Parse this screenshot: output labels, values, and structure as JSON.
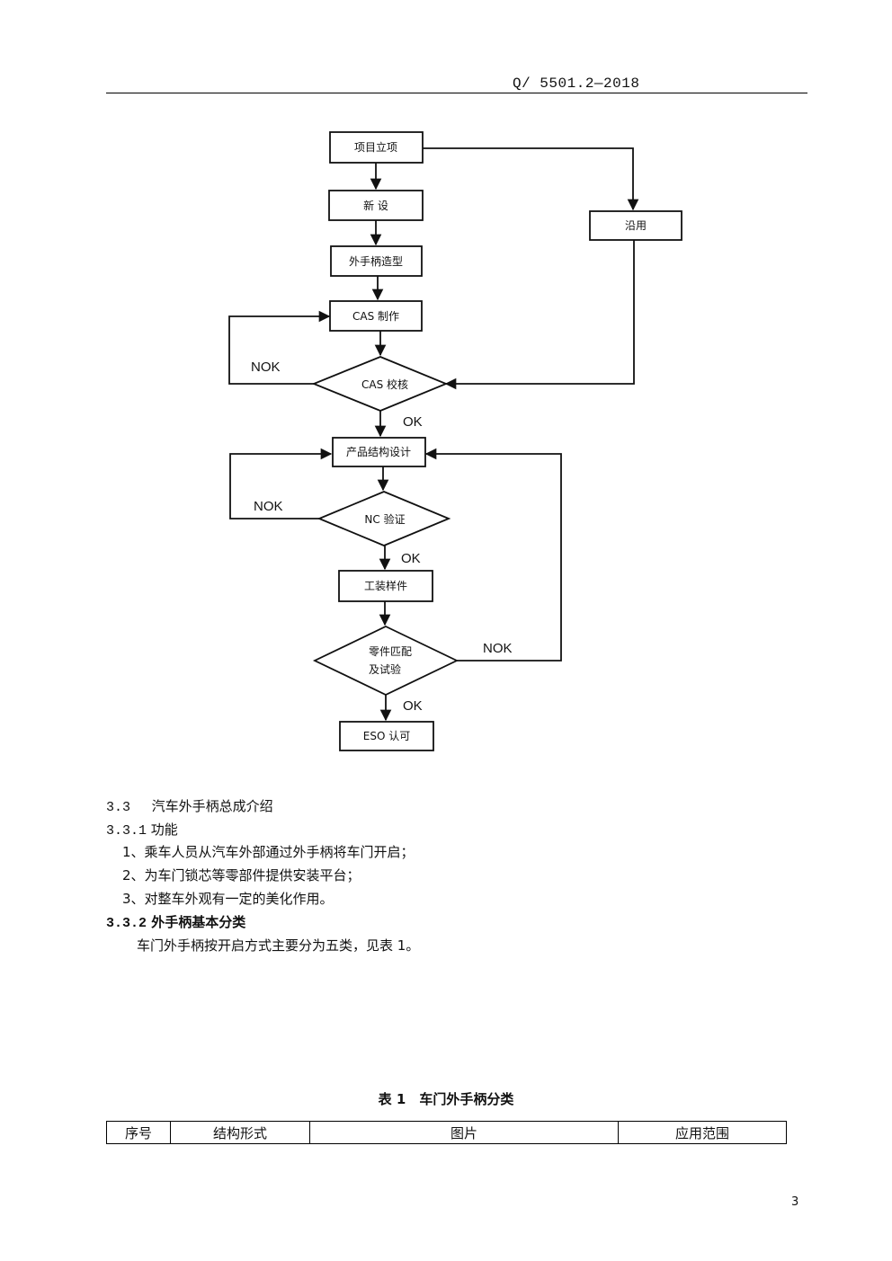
{
  "header": {
    "doc_code": "Q/ 5501.2—2018"
  },
  "flowchart": {
    "nodes": {
      "project_setup": "项目立项",
      "new_design": "新 设",
      "carryover": "沿用",
      "styling": "外手柄造型",
      "cas_make": "CAS 制作",
      "cas_check": "CAS 校核",
      "product_design": "产品结构设计",
      "nc_verify": "NC 验证",
      "tooling_sample": "工装样件",
      "parts_match_line1": "零件匹配",
      "parts_match_line2": "及试验",
      "eso_approval": "ESO 认可"
    },
    "flags": {
      "nok_cas": "NOK",
      "ok_cas": "OK",
      "nok_nc": "NOK",
      "ok_nc": "OK",
      "nok_parts": "NOK",
      "ok_parts": "OK"
    }
  },
  "section": {
    "s33_num": "3.3",
    "s33_title": "汽车外手柄总成介绍",
    "s331_num": "3.3.1",
    "s331_title": "功能",
    "functions": [
      "1、乘车人员从汽车外部通过外手柄将车门开启；",
      "2、为车门锁芯等零部件提供安装平台；",
      "3、对整车外观有一定的美化作用。"
    ],
    "s332_num": "3.3.2",
    "s332_title": "外手柄基本分类",
    "s332_text": "车门外手柄按开启方式主要分为五类，见表 1。"
  },
  "table": {
    "caption": "表 1　车门外手柄分类",
    "headers": [
      "序号",
      "结构形式",
      "图片",
      "应用范围"
    ]
  },
  "page_number": "3"
}
